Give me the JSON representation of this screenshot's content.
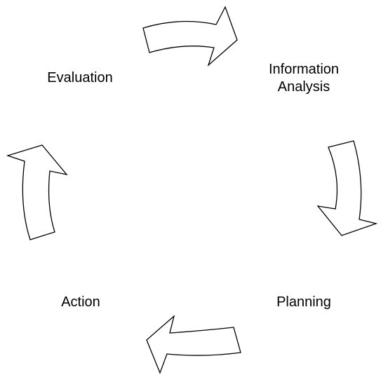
{
  "diagram": {
    "type": "cycle",
    "stages": [
      {
        "id": "evaluation",
        "lines": [
          "Evaluation"
        ]
      },
      {
        "id": "information-analysis",
        "lines": [
          "Information",
          "Analysis"
        ]
      },
      {
        "id": "planning",
        "lines": [
          "Planning"
        ]
      },
      {
        "id": "action",
        "lines": [
          "Action"
        ]
      }
    ],
    "arrow_fill": "#ffffff",
    "arrow_stroke": "#000000",
    "background": "#ffffff"
  }
}
